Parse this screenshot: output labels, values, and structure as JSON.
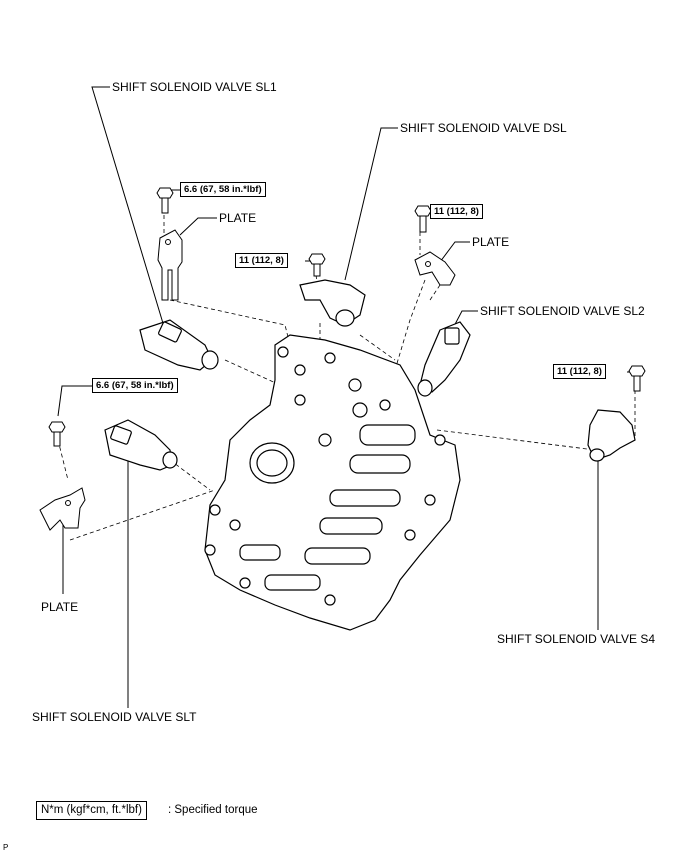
{
  "labels": {
    "sl1": "SHIFT SOLENOID VALVE SL1",
    "dsl": "SHIFT SOLENOID VALVE DSL",
    "sl2": "SHIFT SOLENOID VALVE SL2",
    "s4": "SHIFT SOLENOID VALVE S4",
    "slt": "SHIFT SOLENOID VALVE SLT",
    "plate_upper_left": "PLATE",
    "plate_upper_right": "PLATE",
    "plate_lower_left": "PLATE"
  },
  "torque": {
    "upper_left": "6.6 (67, 58 in.*lbf)",
    "lower_left": "6.6 (67, 58 in.*lbf)",
    "dsl_bolt": "11 (112, 8)",
    "plate_right_bolt": "11 (112, 8)",
    "s4_bolt": "11 (112, 8)"
  },
  "legend": {
    "box_text": "N*m (kgf*cm, ft.*lbf)",
    "description": ": Specified torque"
  },
  "page_code": "P"
}
